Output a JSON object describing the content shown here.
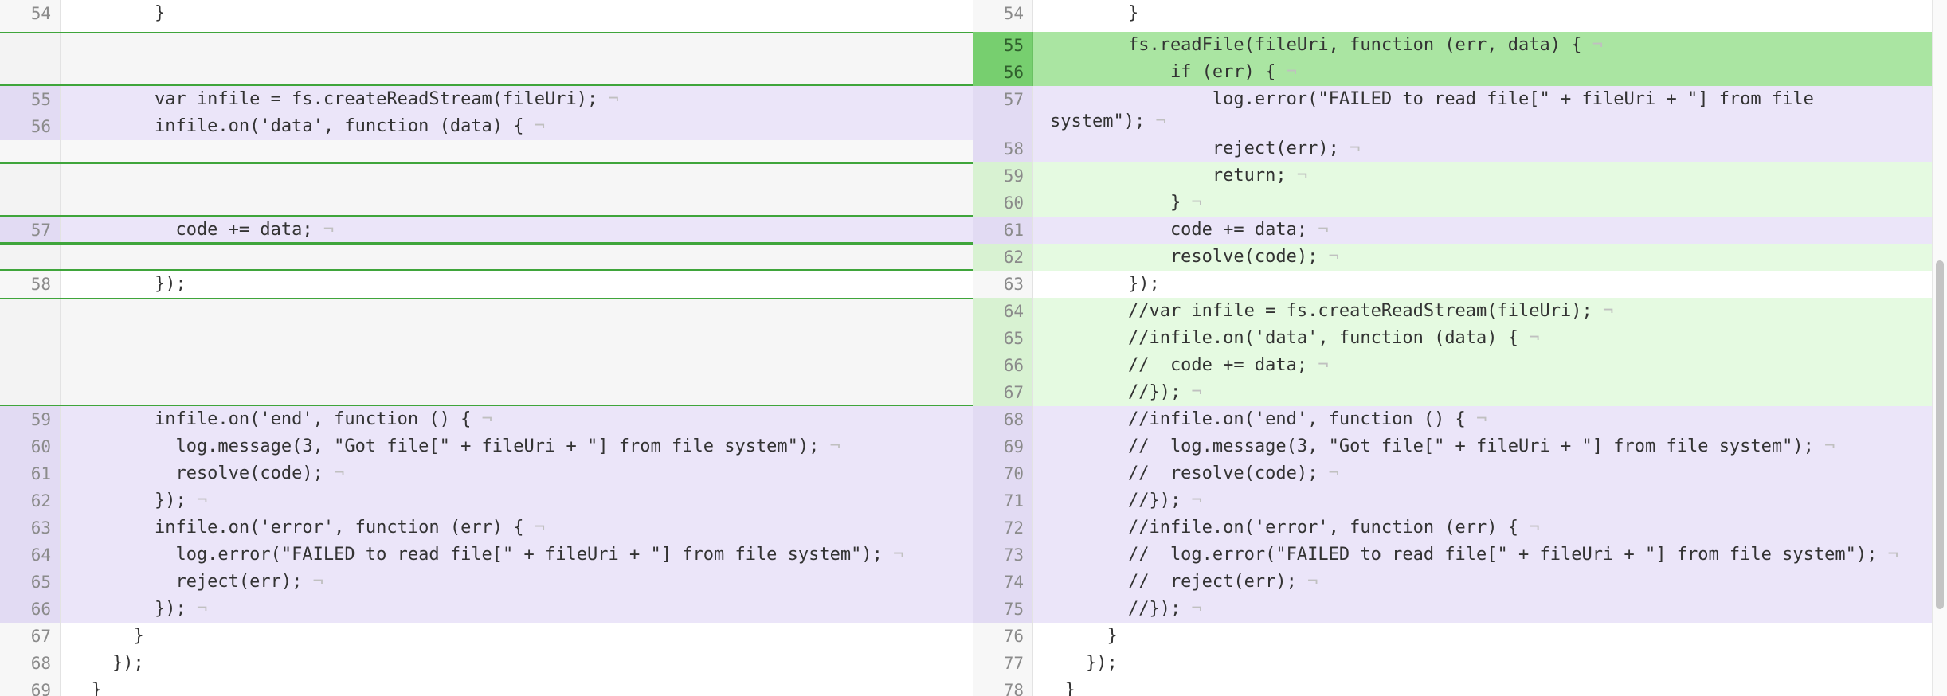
{
  "left": {
    "rows": [
      {
        "num": "54",
        "code": "        }"
      },
      {
        "num": "",
        "code": ""
      },
      {
        "num": "55",
        "code": "        var infile = fs.createReadStream(fileUri);"
      },
      {
        "num": "56",
        "code": "        infile.on('data', function (data) {"
      },
      {
        "num": "",
        "code": ""
      },
      {
        "num": "57",
        "code": "          code += data;"
      },
      {
        "num": "58",
        "code": "        });"
      },
      {
        "num": "59",
        "code": "        infile.on('end', function () {"
      },
      {
        "num": "60",
        "code": "          log.message(3, \"Got file[\" + fileUri + \"] from file system\");"
      },
      {
        "num": "61",
        "code": "          resolve(code);"
      },
      {
        "num": "62",
        "code": "        });"
      },
      {
        "num": "63",
        "code": "        infile.on('error', function (err) {"
      },
      {
        "num": "64",
        "code": "          log.error(\"FAILED to read file[\" + fileUri + \"] from file system\");"
      },
      {
        "num": "65",
        "code": "          reject(err);"
      },
      {
        "num": "66",
        "code": "        });"
      },
      {
        "num": "67",
        "code": "      }"
      },
      {
        "num": "68",
        "code": "    });"
      },
      {
        "num": "69",
        "code": "  }"
      }
    ]
  },
  "right": {
    "rows": [
      {
        "num": "54",
        "code": "        }"
      },
      {
        "num": "55",
        "code": "        fs.readFile(fileUri, function (err, data) {"
      },
      {
        "num": "56",
        "code": "            if (err) {"
      },
      {
        "num": "57",
        "code": "                log.error(\"FAILED to read file[\" + fileUri + \"] from file",
        "code2": "system\");"
      },
      {
        "num": "58",
        "code": "                reject(err);"
      },
      {
        "num": "59",
        "code": "                return;"
      },
      {
        "num": "60",
        "code": "            }"
      },
      {
        "num": "61",
        "code": "            code += data;"
      },
      {
        "num": "62",
        "code": "            resolve(code);"
      },
      {
        "num": "63",
        "code": "        });"
      },
      {
        "num": "64",
        "code": "        //var infile = fs.createReadStream(fileUri);"
      },
      {
        "num": "65",
        "code": "        //infile.on('data', function (data) {"
      },
      {
        "num": "66",
        "code": "        //  code += data;"
      },
      {
        "num": "67",
        "code": "        //});"
      },
      {
        "num": "68",
        "code": "        //infile.on('end', function () {"
      },
      {
        "num": "69",
        "code": "        //  log.message(3, \"Got file[\" + fileUri + \"] from file system\");"
      },
      {
        "num": "70",
        "code": "        //  resolve(code);"
      },
      {
        "num": "71",
        "code": "        //});"
      },
      {
        "num": "72",
        "code": "        //infile.on('error', function (err) {"
      },
      {
        "num": "73",
        "code": "        //  log.error(\"FAILED to read file[\" + fileUri + \"] from file system\");"
      },
      {
        "num": "74",
        "code": "        //  reject(err);"
      },
      {
        "num": "75",
        "code": "        //});"
      },
      {
        "num": "76",
        "code": "      }"
      },
      {
        "num": "77",
        "code": "    });"
      },
      {
        "num": "78",
        "code": "  }"
      }
    ]
  },
  "pilcrow": "¬"
}
